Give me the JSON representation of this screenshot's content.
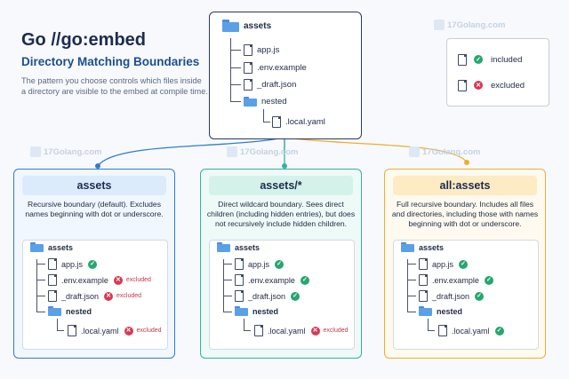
{
  "header": {
    "title": "Go //go:embed",
    "subtitle": "Directory Matching Boundaries",
    "description": "The pattern you choose controls which files inside a directory are visible to the embed at compile time."
  },
  "watermark": "17Golang.com",
  "legend": {
    "included": "included",
    "excluded": "excluded"
  },
  "source_tree": {
    "root": "assets",
    "files": [
      "app.js",
      ".env.example",
      "_draft.json"
    ],
    "nested": "nested",
    "nested_file": ".local.yaml"
  },
  "columns": [
    {
      "pattern": "assets",
      "description": "Recursive boundary (default). Excludes names beginning with dot or underscore.",
      "accent": "#2f7dd1",
      "tree": {
        "root": "assets",
        "nested": "nested",
        "items": [
          {
            "name": "app.js",
            "status": "included"
          },
          {
            "name": ".env.example",
            "status": "excluded",
            "status_text": "excluded"
          },
          {
            "name": "_draft.json",
            "status": "excluded",
            "status_text": "excluded"
          },
          {
            "name": ".local.yaml",
            "status": "excluded",
            "status_text": "excluded"
          }
        ]
      }
    },
    {
      "pattern": "assets/*",
      "description": "Direct wildcard boundary. Sees direct children (including hidden entries), but does not recursively include hidden children.",
      "accent": "#33b3a0",
      "tree": {
        "root": "assets",
        "nested": "nested",
        "items": [
          {
            "name": "app.js",
            "status": "included"
          },
          {
            "name": ".env.example",
            "status": "included"
          },
          {
            "name": "_draft.json",
            "status": "included"
          },
          {
            "name": ".local.yaml",
            "status": "excluded",
            "status_text": "excluded"
          }
        ]
      }
    },
    {
      "pattern": "all:assets",
      "description": "Full recursive boundary. Includes all files and directories, including those with names beginning with dot or underscore.",
      "accent": "#f0ad2c",
      "tree": {
        "root": "assets",
        "nested": "nested",
        "items": [
          {
            "name": "app.js",
            "status": "included"
          },
          {
            "name": ".env.example",
            "status": "included"
          },
          {
            "name": "_draft.json",
            "status": "included"
          },
          {
            "name": ".local.yaml",
            "status": "included"
          }
        ]
      }
    }
  ],
  "colors": {
    "included": "#25a76e",
    "excluded": "#d63a55"
  }
}
